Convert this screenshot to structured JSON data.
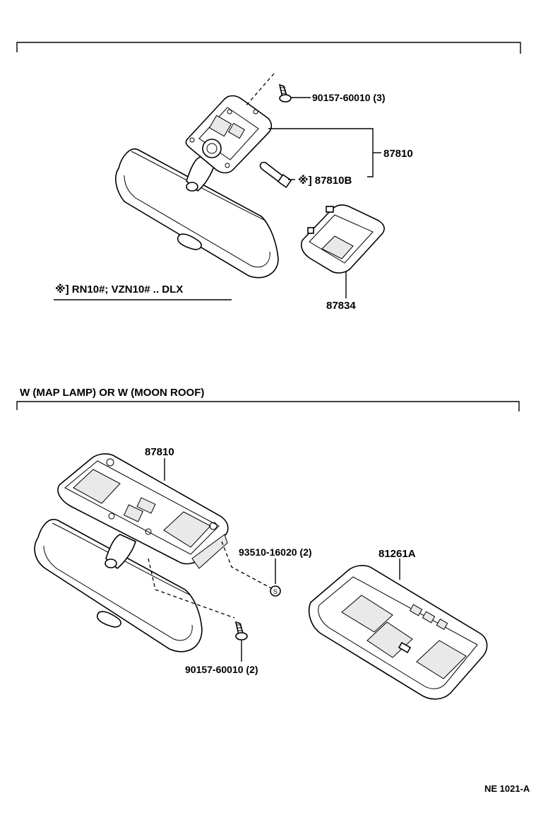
{
  "section1": {
    "callouts": {
      "screw": "90157-60010 (3)",
      "lamp_assy": "87810",
      "bulb": "※] 87810B",
      "cover": "87834"
    },
    "note": "※] RN10#; VZN10# .. DLX"
  },
  "section2": {
    "header": "W (MAP LAMP) OR W (MOON ROOF)",
    "callouts": {
      "lamp_assy": "87810",
      "clip": "93510-16020 (2)",
      "housing": "81261A",
      "screw": "90157-60010 (2)"
    }
  },
  "footer_code": "NE  1021-A"
}
